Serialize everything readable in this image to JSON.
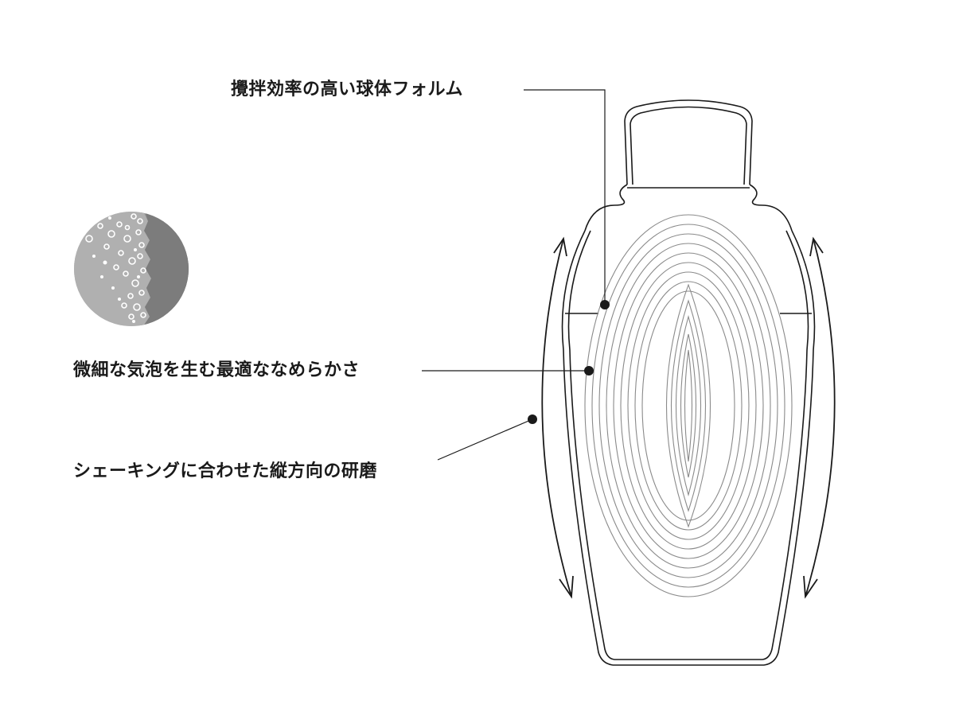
{
  "labels": {
    "spherical_form": "攪拌効率の高い球体フォルム",
    "fine_bubbles": "微細な気泡を生む最適ななめらかさ",
    "vertical_polish": "シェーキングに合わせた縦方向の研磨"
  },
  "colors": {
    "text": "#1a1a1a",
    "outline": "#1a1a1a",
    "contour": "#8a8a8a",
    "bubble_light": "#b4b4b4",
    "bubble_dark": "#6e6e6e"
  },
  "illustration": {
    "subject": "cocktail-shaker-cross-section",
    "contour_rings": 14,
    "arrows": [
      "up-down-left",
      "up-down-right"
    ],
    "inset": "bubble-texture-closeup"
  }
}
